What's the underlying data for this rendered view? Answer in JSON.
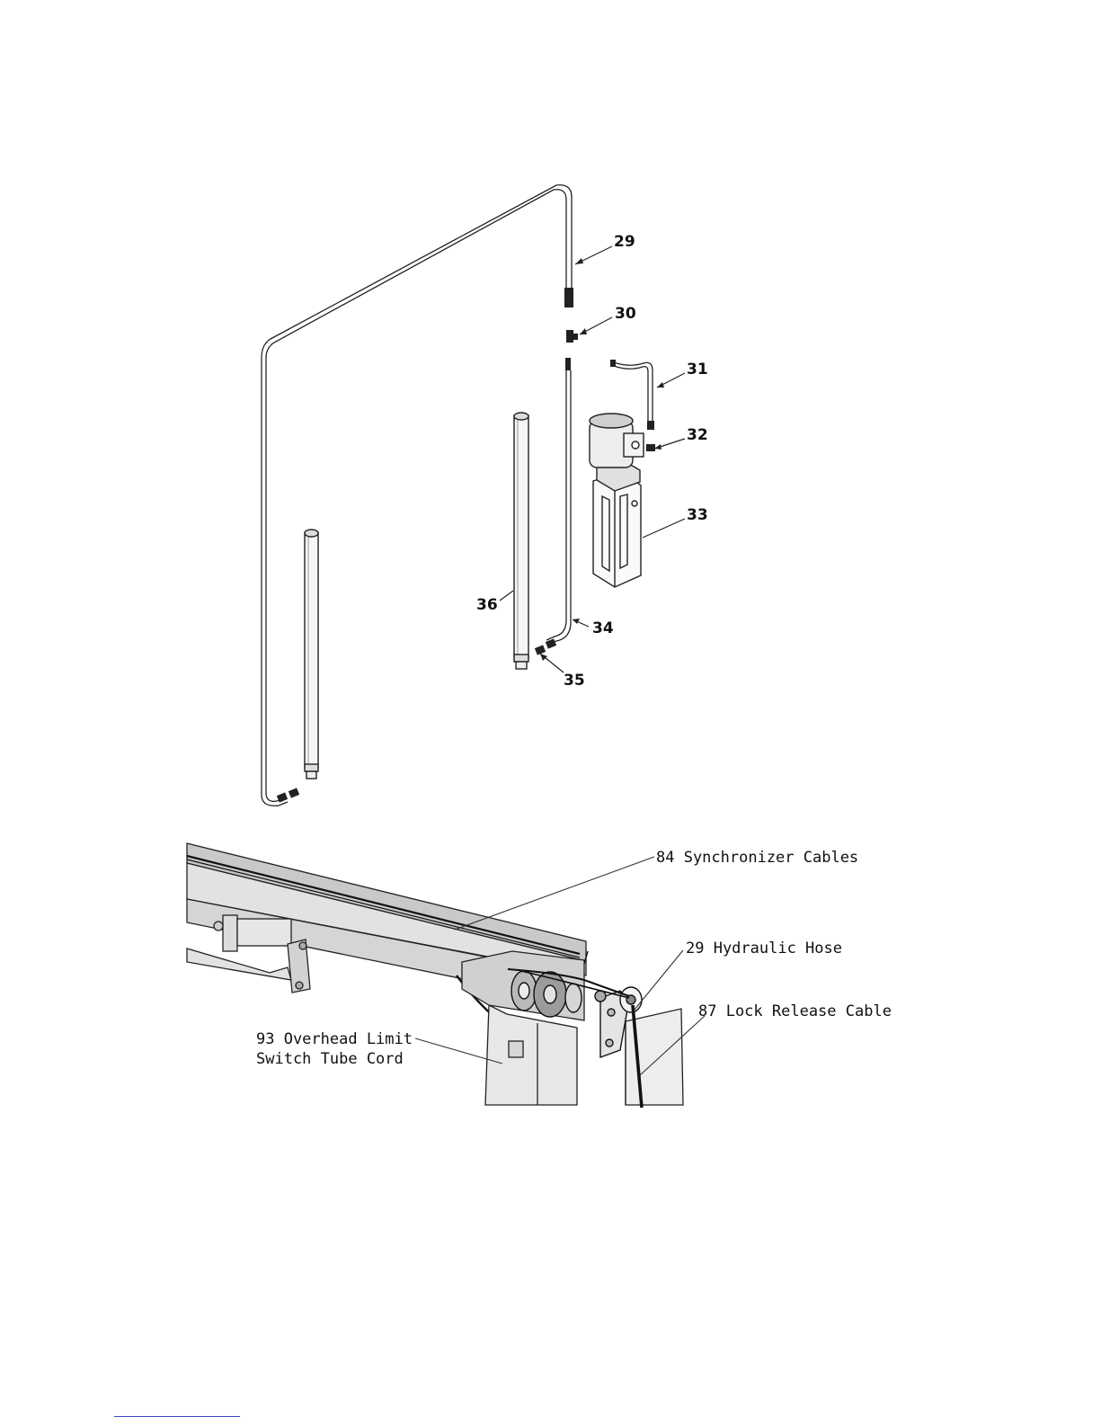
{
  "upper_view": {
    "callouts": [
      {
        "id": "29",
        "text": "29"
      },
      {
        "id": "30",
        "text": "30"
      },
      {
        "id": "31",
        "text": "31"
      },
      {
        "id": "32",
        "text": "32"
      },
      {
        "id": "33",
        "text": "33"
      },
      {
        "id": "34",
        "text": "34"
      },
      {
        "id": "35",
        "text": "35"
      },
      {
        "id": "36",
        "text": "36"
      }
    ]
  },
  "lower_view": {
    "callouts": {
      "synchronizer": "84 Synchronizer Cables",
      "hydraulic_hose": "29 Hydraulic Hose",
      "lock_release": "87 Lock Release Cable",
      "limit_switch_line1": "93 Overhead Limit",
      "limit_switch_line2": "Switch Tube Cord"
    }
  },
  "colors": {
    "line": "#111111",
    "steel": "#d9d9d9",
    "steel_dark": "#bdbdbd",
    "footer_rule": "#3b46c9"
  }
}
